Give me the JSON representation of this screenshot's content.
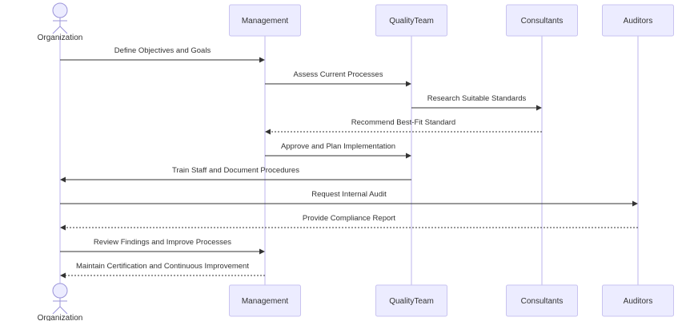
{
  "diagram": {
    "type": "sequence",
    "participants": [
      {
        "id": "Organization",
        "label": "Organization",
        "kind": "actor"
      },
      {
        "id": "Management",
        "label": "Management",
        "kind": "participant"
      },
      {
        "id": "QualityTeam",
        "label": "QualityTeam",
        "kind": "participant"
      },
      {
        "id": "Consultants",
        "label": "Consultants",
        "kind": "participant"
      },
      {
        "id": "Auditors",
        "label": "Auditors",
        "kind": "participant"
      }
    ],
    "messages": [
      {
        "from": "Organization",
        "to": "Management",
        "text": "Define Objectives and Goals",
        "style": "solid"
      },
      {
        "from": "Management",
        "to": "QualityTeam",
        "text": "Assess Current Processes",
        "style": "solid"
      },
      {
        "from": "QualityTeam",
        "to": "Consultants",
        "text": "Research Suitable Standards",
        "style": "solid"
      },
      {
        "from": "Consultants",
        "to": "Management",
        "text": "Recommend Best-Fit Standard",
        "style": "dotted"
      },
      {
        "from": "Management",
        "to": "QualityTeam",
        "text": "Approve and Plan Implementation",
        "style": "solid"
      },
      {
        "from": "QualityTeam",
        "to": "Organization",
        "text": "Train Staff and Document Procedures",
        "style": "solid"
      },
      {
        "from": "Organization",
        "to": "Auditors",
        "text": "Request Internal Audit",
        "style": "solid"
      },
      {
        "from": "Auditors",
        "to": "Organization",
        "text": "Provide Compliance Report",
        "style": "dotted"
      },
      {
        "from": "Organization",
        "to": "Management",
        "text": "Review Findings and Improve Processes",
        "style": "solid"
      },
      {
        "from": "Management",
        "to": "Organization",
        "text": "Maintain Certification and Continuous Improvement",
        "style": "dotted"
      }
    ]
  }
}
